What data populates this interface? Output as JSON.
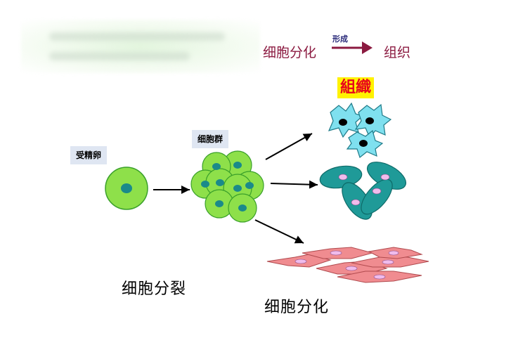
{
  "top_phrase": {
    "left": "细胞分化",
    "arrow_label": "形成",
    "right": "组织"
  },
  "tissue_title": "組織",
  "labels": {
    "fertilized_egg": "受精卵",
    "cell_cluster": "细胞群",
    "cell_division": "细胞分裂",
    "cell_differentiation": "细胞分化"
  },
  "colors": {
    "phrase": "#8b1a40",
    "arrow": "#8b1a40",
    "egg_fill": "#8ee04a",
    "egg_nucleus": "#1a8a8a",
    "nerve_cell": "#7fe0ef",
    "muscle_cell": "#1f9a98",
    "fibroblast": "#f08c90",
    "tissue_title_bg": "#fff200",
    "tissue_title_text": "#e8001c"
  }
}
